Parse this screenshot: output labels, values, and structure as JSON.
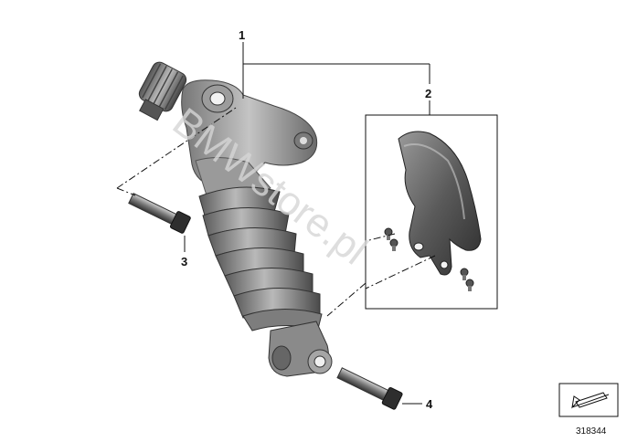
{
  "callouts": {
    "part1": "1",
    "part2": "2",
    "part3": "3",
    "part4": "4"
  },
  "diagram_number": "318344",
  "watermark_text": "BMWstore.pl",
  "colors": {
    "line": "#111111",
    "part_gray": "#8f8f8f",
    "part_dark": "#3a3a3a",
    "watermark": "#d6d6d6"
  }
}
